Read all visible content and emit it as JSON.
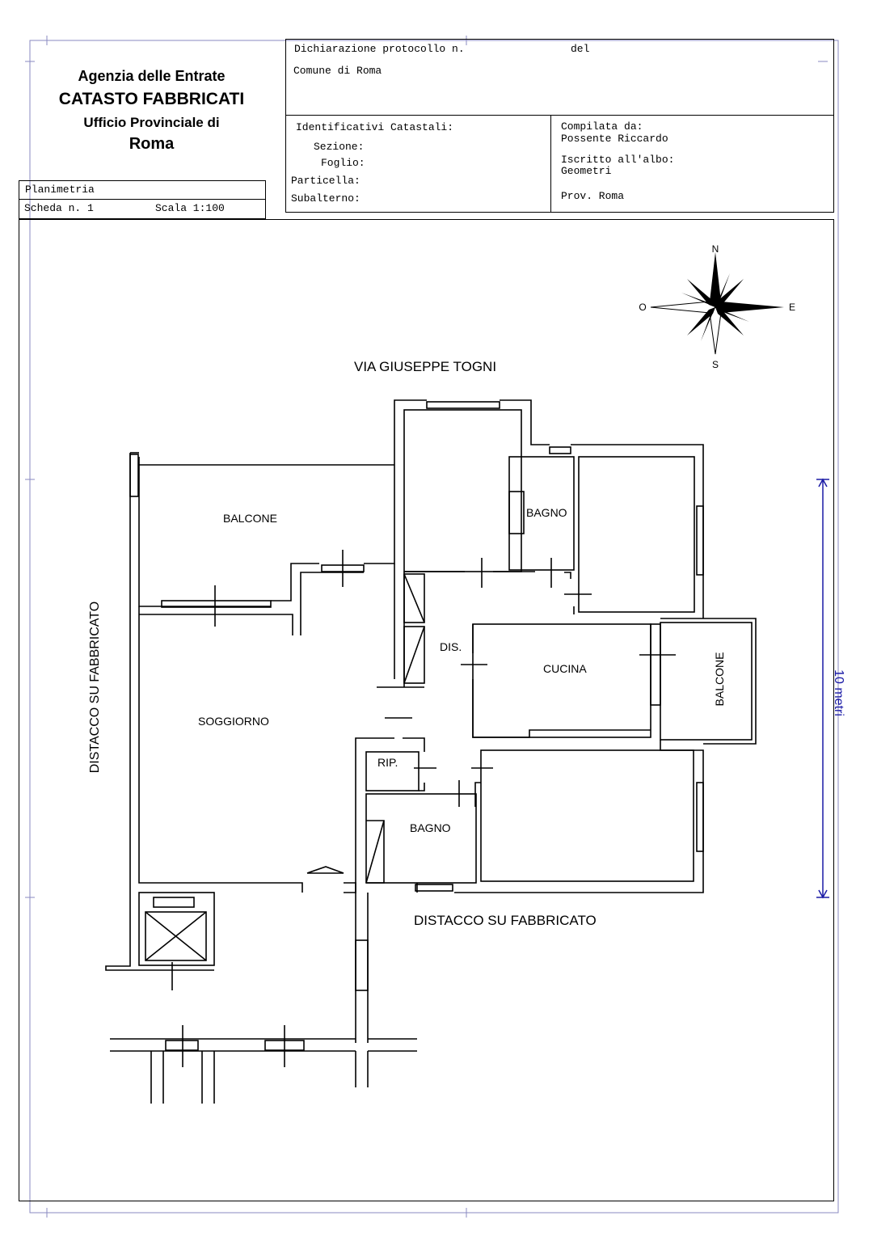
{
  "header": {
    "agency_line1": "Agenzia delle Entrate",
    "agency_line2": "CATASTO FABBRICATI",
    "agency_line3": "Ufficio Provinciale di",
    "agency_line4": "Roma",
    "planimetria": "Planimetria",
    "scheda": "Scheda n. 1",
    "scala": "Scala 1:100",
    "dichiarazione": "Dichiarazione protocollo n.",
    "del": "del",
    "comune": "Comune di Roma",
    "identificativi": "Identificativi Catastali:",
    "sezione": "Sezione:",
    "foglio": "Foglio:",
    "particella": "Particella:",
    "subalterno": "Subalterno:",
    "compilata": "Compilata da:",
    "compilatore": "Possente Riccardo",
    "iscritto": "Iscritto all'albo:",
    "albo": "Geometri",
    "prov": "Prov. Roma"
  },
  "plan": {
    "street": "VIA GIUSEPPE TOGNI",
    "distacco_left": "DISTACCO SU FABBRICATO",
    "distacco_bottom": "DISTACCO SU FABBRICATO",
    "scale_bar": "10 metri",
    "rooms": {
      "balcone_top": "BALCONE",
      "bagno_top": "BAGNO",
      "dis": "DIS.",
      "cucina": "CUCINA",
      "balcone_right": "BALCONE",
      "soggiorno": "SOGGIORNO",
      "rip": "RIP.",
      "bagno_bottom": "BAGNO"
    },
    "compass": {
      "n": "N",
      "s": "S",
      "e": "E",
      "w": "O"
    }
  },
  "colors": {
    "ink": "#000000",
    "frame": "#7777bb",
    "scale_bar": "#1a1aa6"
  }
}
